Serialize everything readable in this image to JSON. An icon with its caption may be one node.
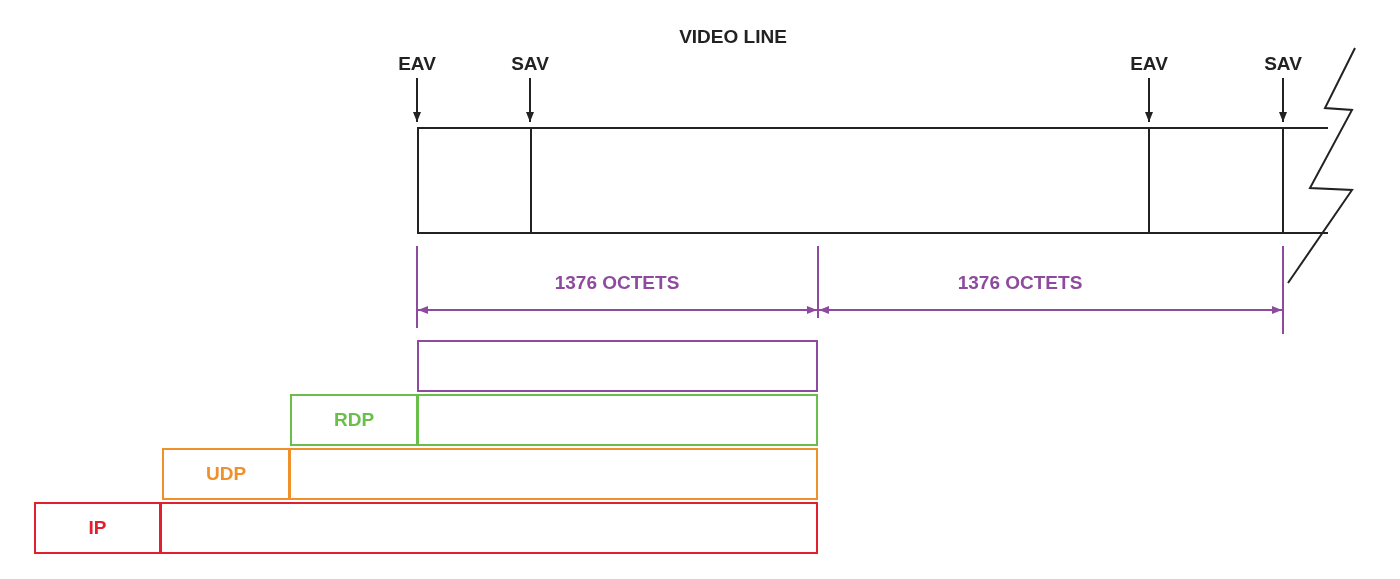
{
  "diagram": {
    "title": "VIDEO LINE",
    "nodes": [
      {
        "text": [],
        "shape": "bar"
      },
      {
        "text": [],
        "shape": "box"
      },
      {
        "text": [
          "RDP"
        ]
      },
      {
        "text": [],
        "shape": "box"
      },
      {
        "text": [
          "UDP"
        ]
      },
      {
        "text": [],
        "shape": "box"
      },
      {
        "text": [
          "IP"
        ]
      },
      {
        "text": [],
        "shape": "box"
      }
    ],
    "edges": [],
    "labels": [
      "EAV",
      "SAV",
      "EAV",
      "SAV",
      "1376 OCTETS",
      "1376 OCTETS"
    ]
  }
}
